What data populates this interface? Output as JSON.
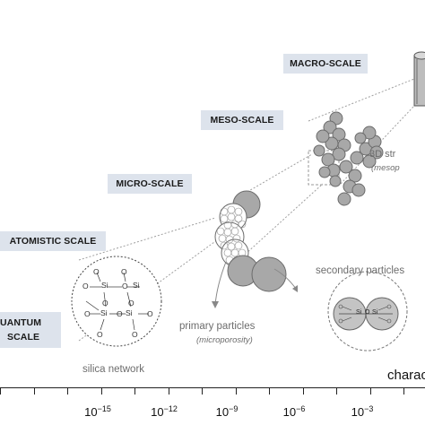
{
  "scales": {
    "macro": "MACRO-SCALE",
    "meso": "MESO-SCALE",
    "micro": "MICRO-SCALE",
    "atomistic": "ATOMISTIC SCALE",
    "quantum_line1": "UANTUM",
    "quantum_line2": "SCALE"
  },
  "labels": {
    "structure": "3D str",
    "structure_sub": "(mesop",
    "secondary": "secondary particles",
    "primary": "primary particles",
    "primary_sub": "(microporosity)",
    "silica": "silica network",
    "si": "Si",
    "o": "O"
  },
  "axis": {
    "title": "charac",
    "ticks": [
      {
        "base": "10",
        "exp": "−15"
      },
      {
        "base": "10",
        "exp": "−12"
      },
      {
        "base": "10",
        "exp": "−9"
      },
      {
        "base": "10",
        "exp": "−6"
      },
      {
        "base": "10",
        "exp": "−3"
      }
    ]
  },
  "colors": {
    "tag_bg": "#dde3ec",
    "particle_fill": "#a6a6a6",
    "particle_stroke": "#6e6e6e",
    "guide_line": "#9a9a9a"
  }
}
